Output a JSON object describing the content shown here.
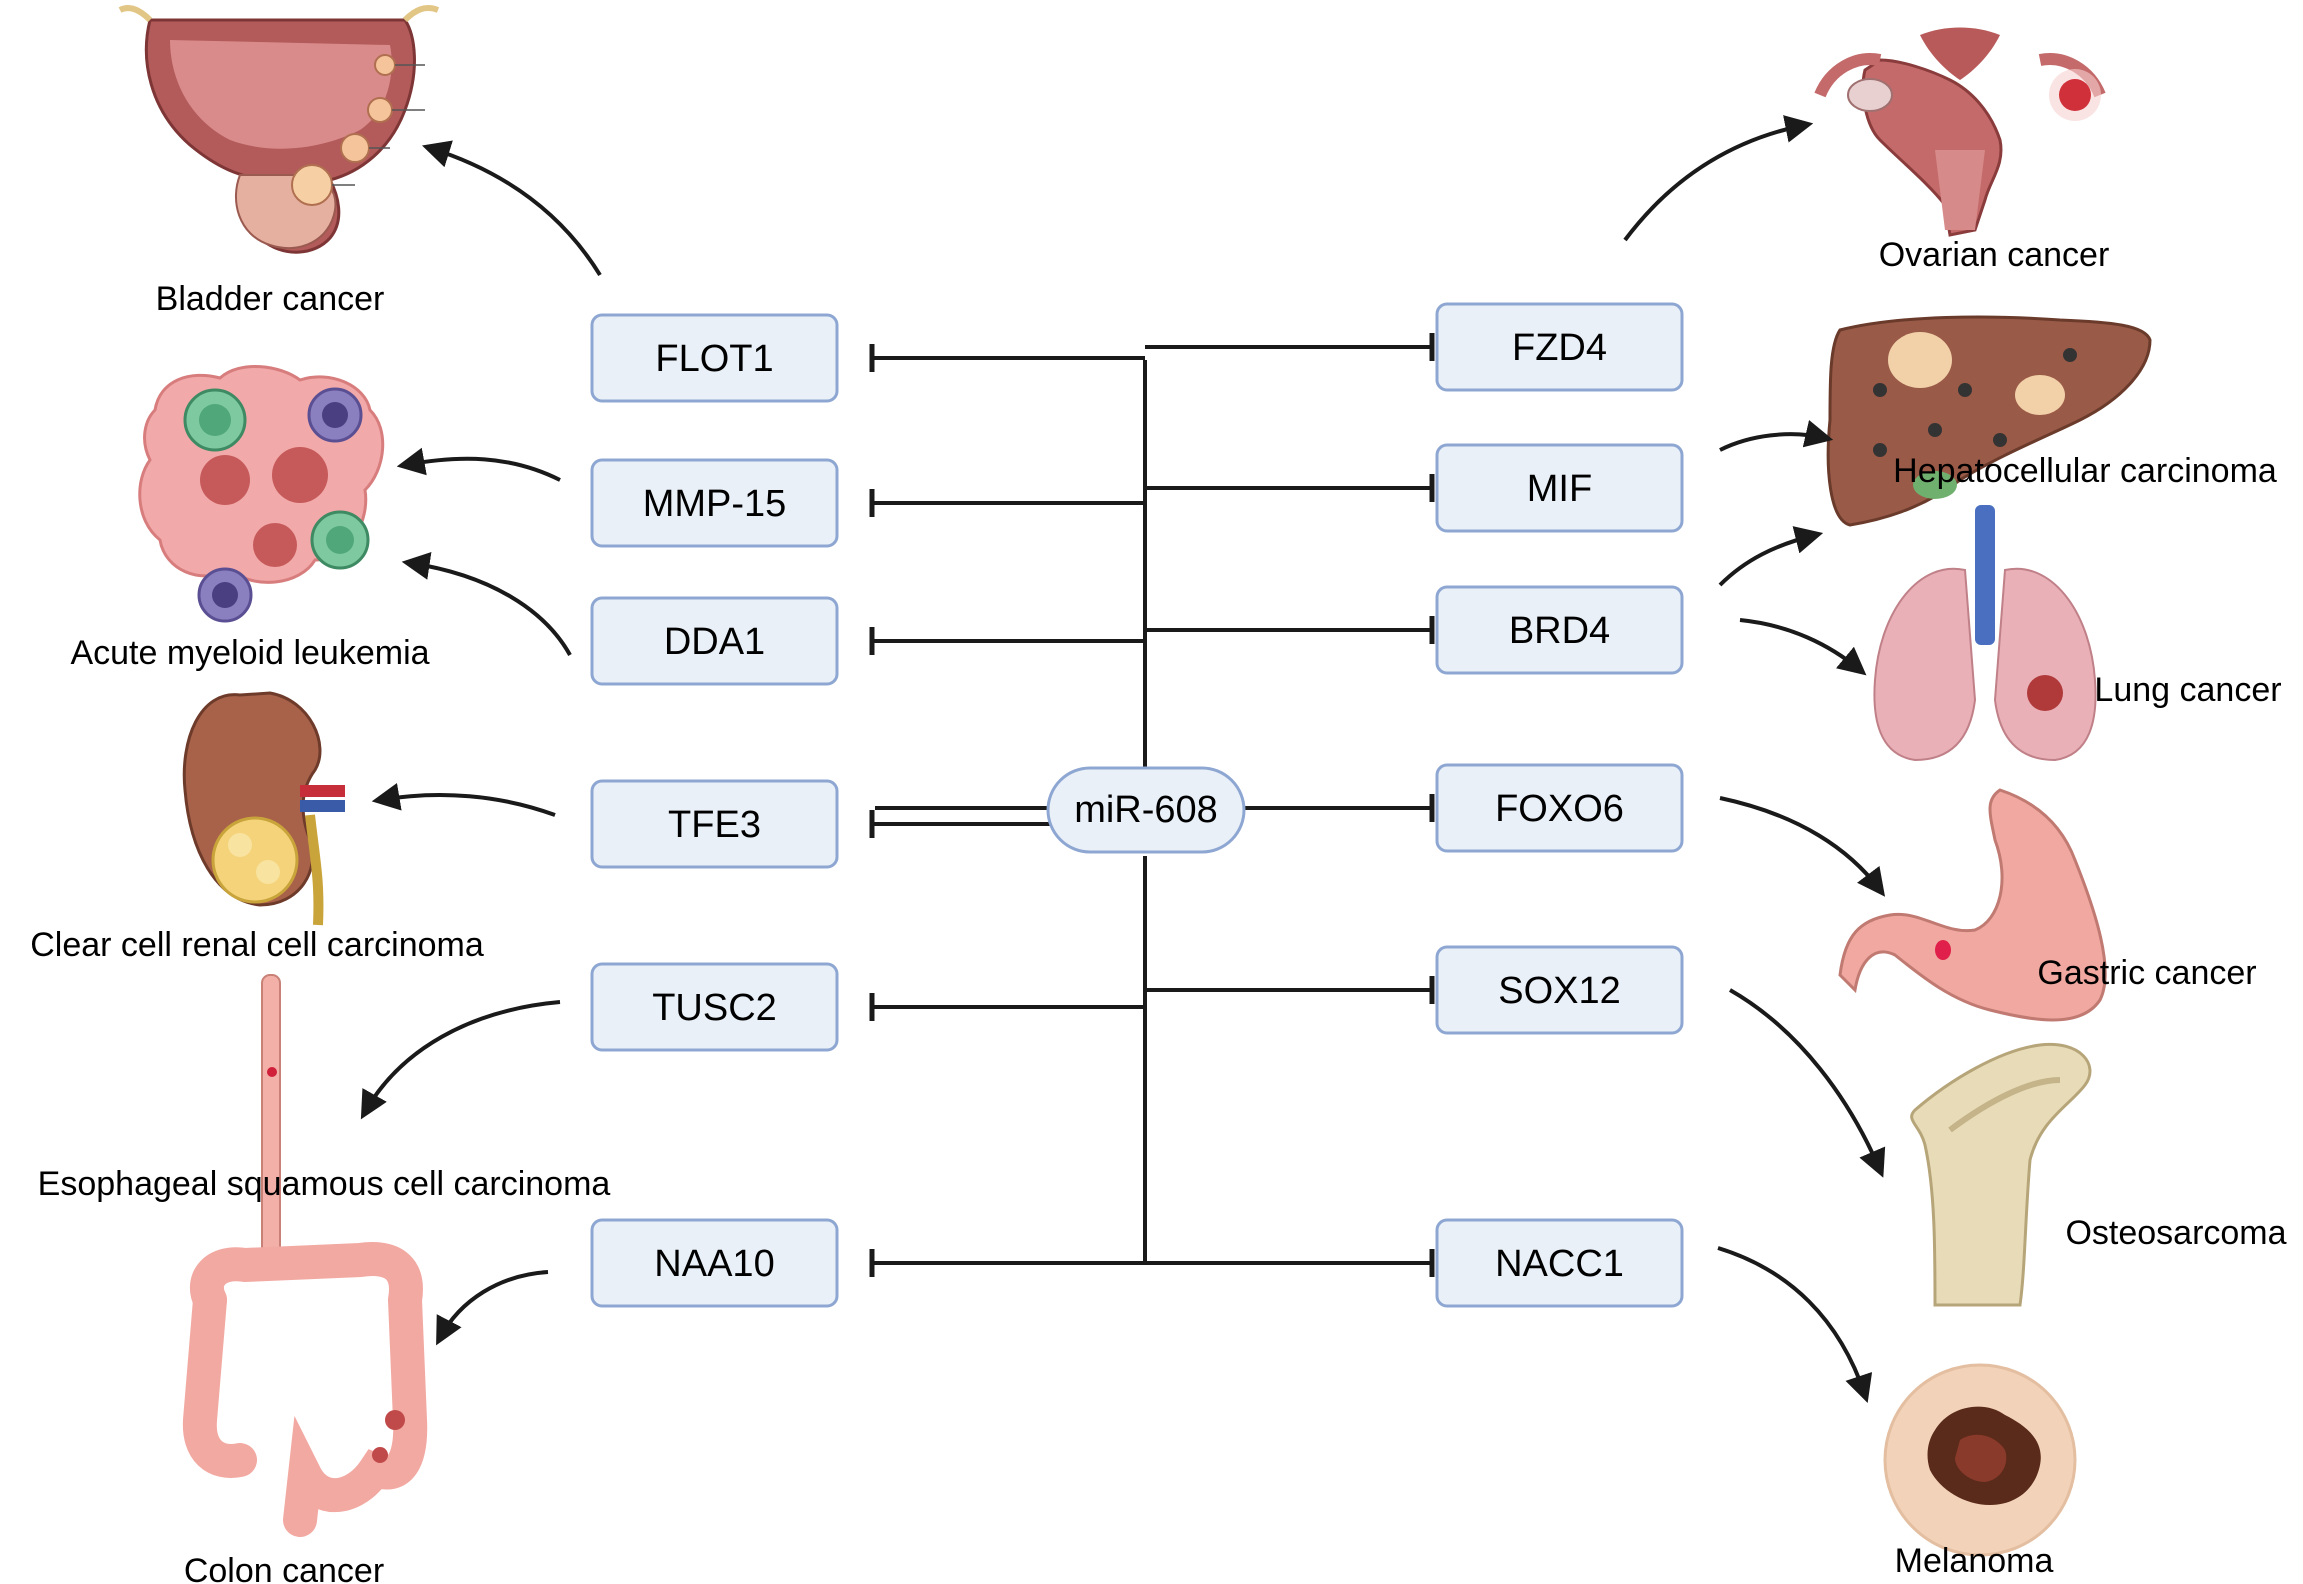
{
  "center": {
    "label": "miR-608"
  },
  "left_targets": [
    "FLOT1",
    "MMP-15",
    "DDA1",
    "TFE3",
    "TUSC2",
    "NAA10"
  ],
  "right_targets": [
    "FZD4",
    "MIF",
    "BRD4",
    "FOXO6",
    "SOX12",
    "NACC1"
  ],
  "cancers": {
    "bladder": "Bladder cancer",
    "aml": "Acute myeloid leukemia",
    "ccrcc": "Clear cell renal cell carcinoma",
    "escc": "Esophageal squamous cell carcinoma",
    "colon": "Colon cancer",
    "ovarian": "Ovarian cancer",
    "hcc": "Hepatocellular carcinoma",
    "lung": "Lung cancer",
    "gastric": "Gastric cancer",
    "osteo": "Osteosarcoma",
    "melanoma": "Melanoma"
  },
  "colors": {
    "box_fill": "#e9f0f8",
    "box_stroke": "#8ea7d2",
    "line": "#1a1a1a",
    "arrow": "#1a1a1a"
  },
  "icons": {
    "bladder": "bladder-icon",
    "aml": "leukemia-cells-icon",
    "ccrcc": "kidney-icon",
    "escc": "esophagus-icon",
    "colon": "colon-icon",
    "ovarian": "uterus-ovary-icon",
    "hcc": "liver-icon",
    "lung": "lungs-icon",
    "gastric": "stomach-icon",
    "osteo": "femur-bone-icon",
    "melanoma": "melanoma-icon"
  }
}
